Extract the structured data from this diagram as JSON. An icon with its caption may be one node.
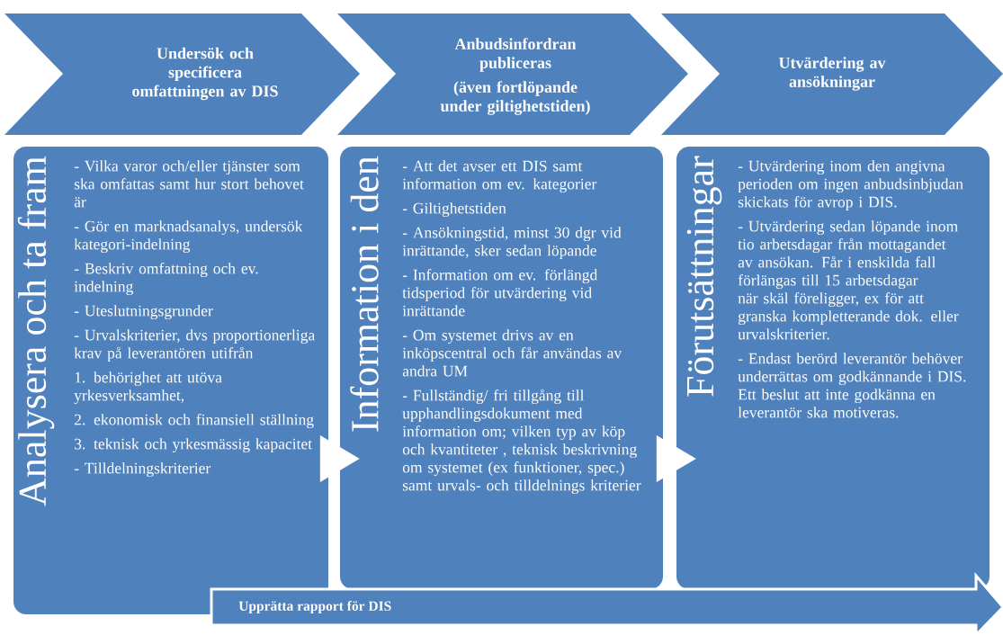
{
  "diagram": {
    "nodes": [
      {
        "text": [
          "Undersök och specificera omfattningen av DIS"
        ]
      },
      {
        "text": [
          "Anbudsinfordran publiceras",
          "(även fortlöpande under giltighetstiden)"
        ]
      },
      {
        "text": [
          "Utvärdering av ansökningar"
        ]
      },
      {
        "text": [
          "Analysera och ta fram",
          "- Vilka varor och/eller tjänster som ska omfattas samt hur stort behovet är",
          "- Gör en marknadsanalys, undersök kategori-indelning",
          "- Beskriv omfattning och ev. indelning",
          "- Uteslutningsgrunder",
          "- Urvalskriterier, dvs proportionerliga krav på leverantören utifrån",
          "1. behörighet att utöva yrkesverksamhet,",
          "2. ekonomisk och finansiell ställning",
          "3. teknisk och yrkesmässig kapacitet",
          "- Tilldelningskriterier"
        ]
      },
      {
        "text": [
          "Information i den",
          "- Att det avser ett DIS samt information om ev. kategorier",
          "- Giltighetstiden",
          "- Ansökningstid, minst 30 dgr vid inrättande, sker sedan löpande",
          "- Information om ev. förlängd tidsperiod för utvärdering vid inrättande",
          "- Om systemet drivs av en inköpscentral och får användas av andra UM",
          "- Fullständig/ fri tillgång till upphandlingsdokument med information om; vilken typ av köp och kvantiteter , teknisk beskrivning om systemet (ex funktioner, spec.) samt urvals- och tilldelnings kriterier"
        ]
      },
      {
        "text": [
          "Förutsättningar",
          "- Utvärdering inom den angivna perioden om ingen anbudsinbjudan skickats för avrop i DIS.",
          "- Utvärdering sedan löpande inom tio arbetsdagar från mottagandet av ansökan. Får i enskilda fall förlängas till 15 arbetsdagar när skäl föreligger, ex för att granska kompletterande dok. eller urvalskriterier.",
          "- Endast berörd leverantör behöver underrättas om godkännande i DIS. Ett beslut att inte godkänna en leverantör ska motiveras."
        ]
      },
      {
        "text": [
          "Upprätta rapport för DIS"
        ]
      }
    ],
    "edges": [
      {
        "from": 3,
        "to": 4,
        "arrow": "to"
      },
      {
        "from": 4,
        "to": 5,
        "arrow": "to"
      }
    ]
  }
}
